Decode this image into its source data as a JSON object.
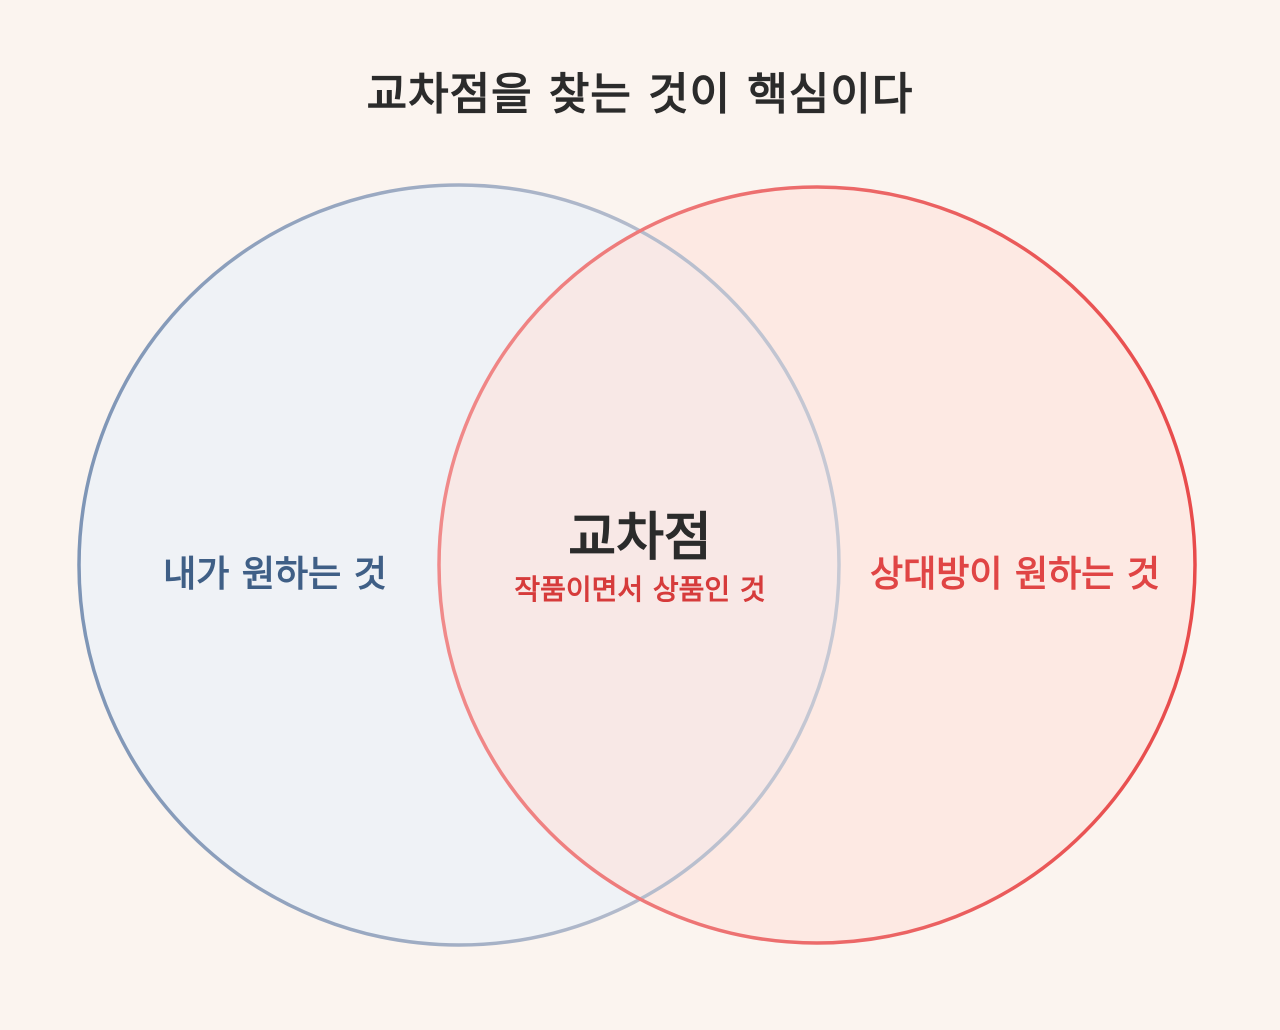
{
  "title": "교차점을 찾는 것이 핵심이다",
  "sets": {
    "left": {
      "label": "내가 원하는 것",
      "stroke": "#8096b6",
      "fill": "#eef1f5",
      "text_color": "#3f5f86"
    },
    "right": {
      "label": "상대방이 원하는 것",
      "stroke": "#e84b4b",
      "fill": "#fde3de",
      "text_color": "#e04545"
    }
  },
  "intersection": {
    "label": "교차점",
    "sublabel": "작품이면서 상품인 것",
    "sublabel_color": "#d63b3b"
  },
  "background": "#fbf4ef"
}
